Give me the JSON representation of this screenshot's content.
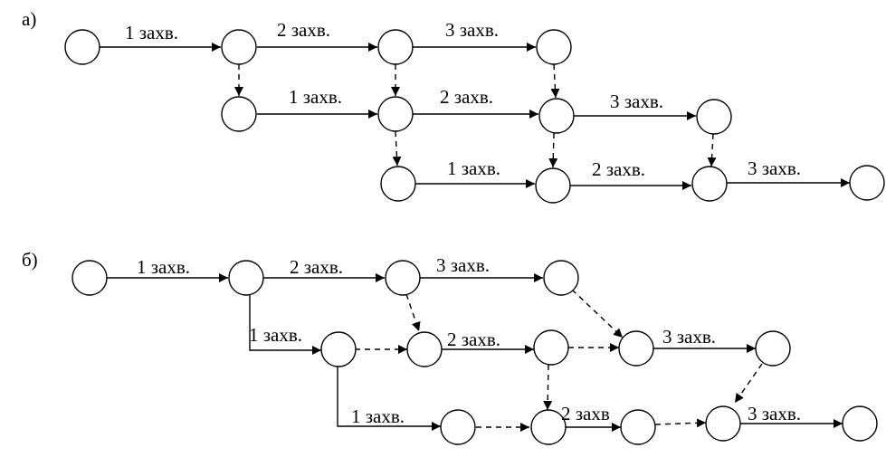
{
  "panels": [
    {
      "label": "а)",
      "edges": [
        {
          "label": "1 захв."
        },
        {
          "label": "2 захв."
        },
        {
          "label": "3 захв."
        },
        {
          "label": "1 захв."
        },
        {
          "label": "2 захв."
        },
        {
          "label": "3 захв."
        },
        {
          "label": "1 захв."
        },
        {
          "label": "2 захв."
        },
        {
          "label": "3 захв."
        }
      ]
    },
    {
      "label": "б)",
      "edges": [
        {
          "label": "1 захв."
        },
        {
          "label": "2 захв."
        },
        {
          "label": "3 захв."
        },
        {
          "label": "1 захв."
        },
        {
          "label": "2 захв."
        },
        {
          "label": "3 захв."
        },
        {
          "label": "1 захв."
        },
        {
          "label": "2 захв"
        },
        {
          "label": "3 захв."
        }
      ]
    }
  ]
}
